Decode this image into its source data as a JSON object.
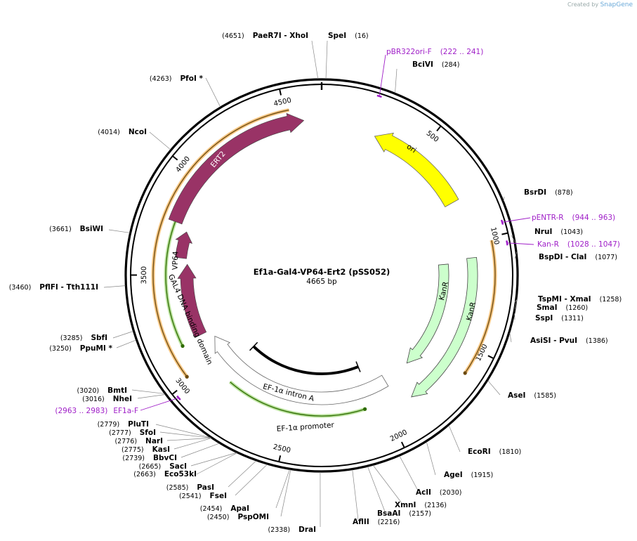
{
  "branding": {
    "created_by": "Created by",
    "app": "SnapGene"
  },
  "plasmid": {
    "name": "Ef1a-Gal4-VP64-Ert2 (pSS052)",
    "size_label": "4665 bp",
    "length": 4665
  },
  "ticks": [
    500,
    1000,
    1500,
    2000,
    2500,
    3000,
    3500,
    4000,
    4500
  ],
  "sites": [
    {
      "name": "SpeI",
      "pos": "(16)"
    },
    {
      "name": "BciVI",
      "pos": "(284)"
    },
    {
      "name": "BsrDI",
      "pos": "(878)"
    },
    {
      "name": "NruI",
      "pos": "(1043)"
    },
    {
      "name": "BspDI - ClaI",
      "pos": "(1077)"
    },
    {
      "name": "TspMI - XmaI",
      "pos": "(1258)"
    },
    {
      "name": "SmaI",
      "pos": "(1260)"
    },
    {
      "name": "SspI",
      "pos": "(1311)"
    },
    {
      "name": "AsiSI - PvuI",
      "pos": "(1386)"
    },
    {
      "name": "AseI",
      "pos": "(1585)"
    },
    {
      "name": "EcoRI",
      "pos": "(1810)"
    },
    {
      "name": "AgeI",
      "pos": "(1915)"
    },
    {
      "name": "AclI",
      "pos": "(2030)"
    },
    {
      "name": "XmnI",
      "pos": "(2136)"
    },
    {
      "name": "BsaAI",
      "pos": "(2157)"
    },
    {
      "name": "AflII",
      "pos": "(2216)"
    },
    {
      "name": "DraI",
      "pos": "(2338)"
    },
    {
      "name": "PspOMI",
      "pos": "(2450)"
    },
    {
      "name": "ApaI",
      "pos": "(2454)"
    },
    {
      "name": "FseI",
      "pos": "(2541)"
    },
    {
      "name": "PasI",
      "pos": "(2585)"
    },
    {
      "name": "Eco53kI",
      "pos": "(2663)"
    },
    {
      "name": "SacI",
      "pos": "(2665)"
    },
    {
      "name": "BbvCI",
      "pos": "(2739)"
    },
    {
      "name": "KasI",
      "pos": "(2775)"
    },
    {
      "name": "NarI",
      "pos": "(2776)"
    },
    {
      "name": "SfoI",
      "pos": "(2777)"
    },
    {
      "name": "PluTI",
      "pos": "(2779)"
    },
    {
      "name": "NheI",
      "pos": "(3016)"
    },
    {
      "name": "BmtI",
      "pos": "(3020)"
    },
    {
      "name": "PpuMI *",
      "pos": "(3250)"
    },
    {
      "name": "SbfI",
      "pos": "(3285)"
    },
    {
      "name": "PflFI - Tth111I",
      "pos": "(3460)"
    },
    {
      "name": "BsiWI",
      "pos": "(3661)"
    },
    {
      "name": "NcoI",
      "pos": "(4014)"
    },
    {
      "name": "PfoI *",
      "pos": "(4263)"
    },
    {
      "name": "PaeR7I - XhoI",
      "pos": "(4651)"
    }
  ],
  "primers": [
    {
      "name": "pBR322ori-F",
      "range": "(222 .. 241)"
    },
    {
      "name": "pENTR-R",
      "range": "(944 .. 963)"
    },
    {
      "name": "Kan-R",
      "range": "(1028 .. 1047)"
    },
    {
      "name": "EF1a-F",
      "range": "(2963 .. 2983)"
    }
  ],
  "features": [
    {
      "name": "ori",
      "color": "#ffff00"
    },
    {
      "name": "KanR",
      "color": "#ccffcc"
    },
    {
      "name": "KanR",
      "color": "#ccffcc"
    },
    {
      "name": "EF-1α promoter",
      "color": "#ffffff"
    },
    {
      "name": "EF-1α intron A",
      "color": "#000000"
    },
    {
      "name": "GAL4 DNA binding domain",
      "color": "#993366"
    },
    {
      "name": "VP64",
      "color": "#993366"
    },
    {
      "name": "ERT2",
      "color": "#993366"
    }
  ],
  "colors": {
    "cds": "#993366",
    "ori": "#ffff00",
    "kanr": "#ccffcc",
    "primer": "#a020c8",
    "orf": "#f0a030",
    "orf_inner": "#2e8b00"
  }
}
